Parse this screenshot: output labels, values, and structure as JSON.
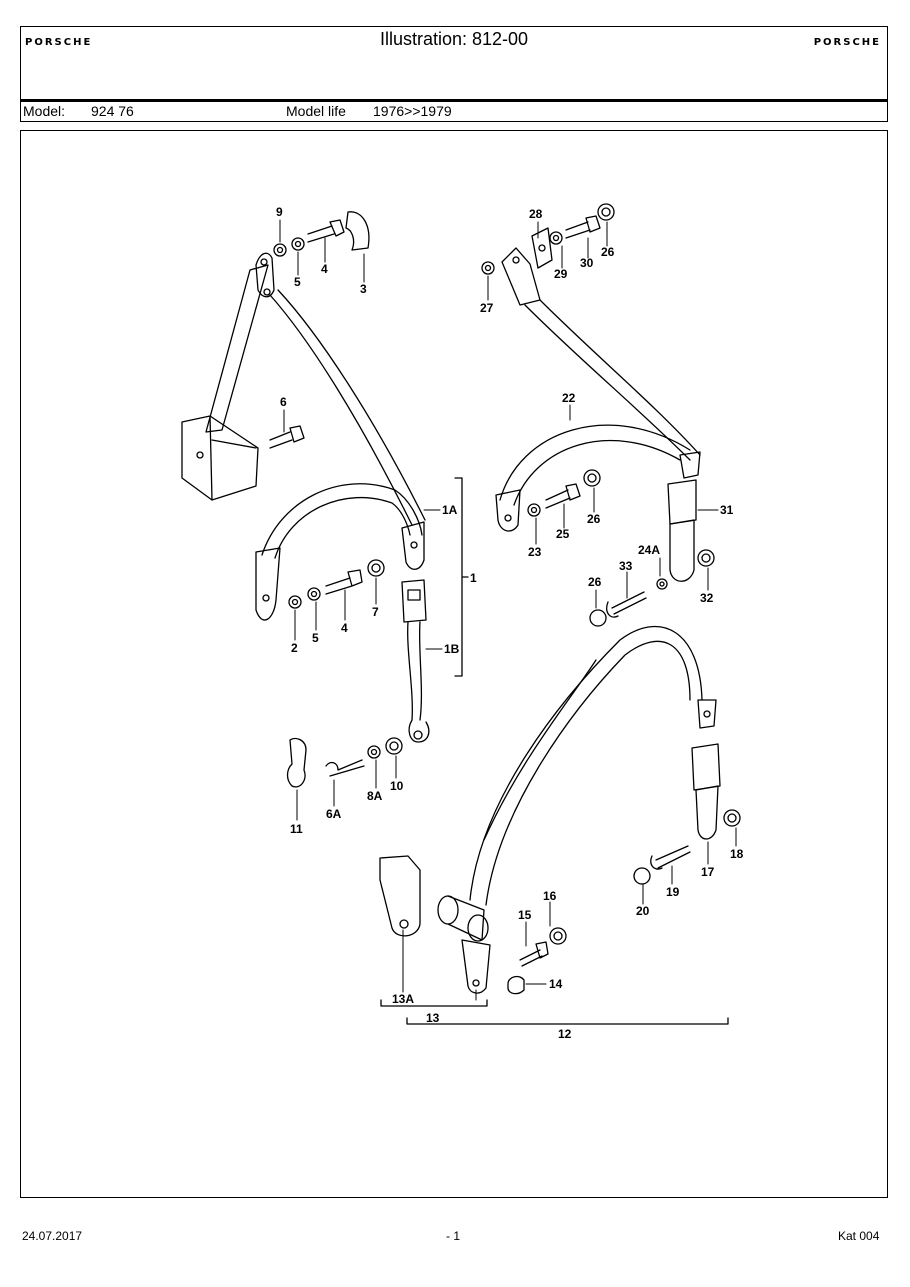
{
  "header": {
    "brand_left": "PORSCHE",
    "brand_right": "PORSCHE",
    "title": "Illustration: 812-00",
    "model_label": "Model:",
    "model_value": "924 76",
    "model_life_label": "Model life",
    "model_life_value": "1976>>1979"
  },
  "callouts": {
    "c9": "9",
    "c5a": "5",
    "c4a": "4",
    "c3": "3",
    "c6": "6",
    "c1A": "1A",
    "c1": "1",
    "c1B": "1B",
    "c2": "2",
    "c5b": "5",
    "c4b": "4",
    "c7": "7",
    "c11": "11",
    "c6A": "6A",
    "c8A": "8A",
    "c10": "10",
    "c28": "28",
    "c29": "29",
    "c30": "30",
    "c26a": "26",
    "c27": "27",
    "c22": "22",
    "c23": "23",
    "c25": "25",
    "c26b": "26",
    "c31": "31",
    "c24A": "24A",
    "c33": "33",
    "c26c": "26",
    "c32": "32",
    "c18": "18",
    "c17": "17",
    "c19": "19",
    "c20": "20",
    "c16": "16",
    "c15": "15",
    "c14": "14",
    "c13A": "13A",
    "c13": "13",
    "c12": "12"
  },
  "footer": {
    "date": "24.07.2017",
    "page": "- 1",
    "catalog": "Kat 004"
  }
}
